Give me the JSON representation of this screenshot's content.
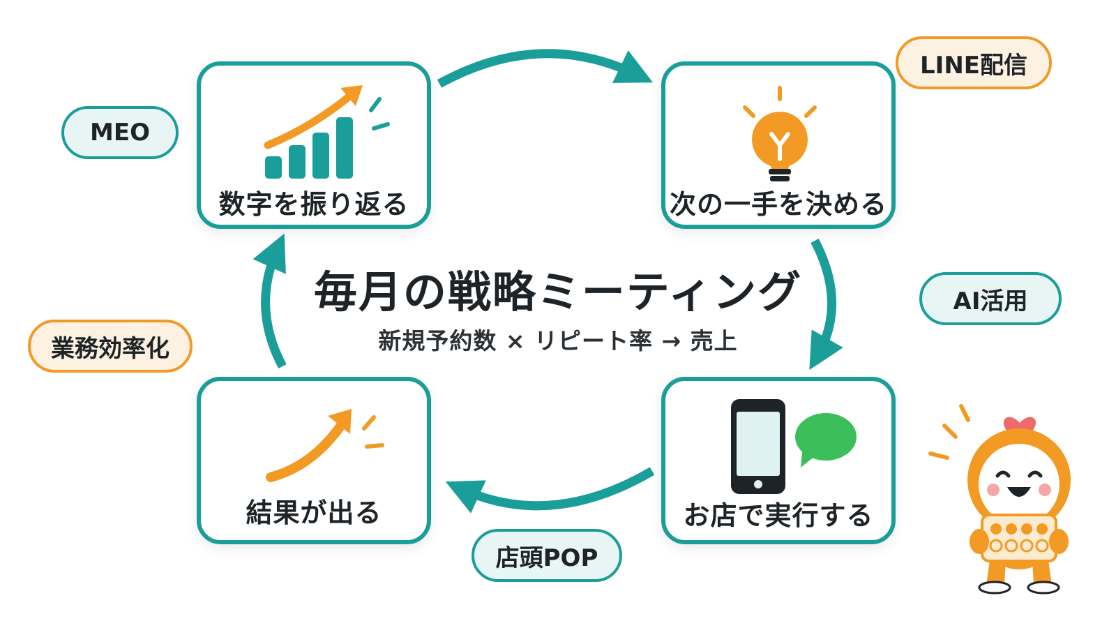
{
  "title": "毎月の戦略ミーティング",
  "formula": "新規予約数 × リピート率 → 売上",
  "steps": [
    {
      "label": "数字を振り返る",
      "icon": "bar-chart-up-icon"
    },
    {
      "label": "次の一手を決める",
      "icon": "lightbulb-icon"
    },
    {
      "label": "お店で実行する",
      "icon": "smartphone-chat-icon"
    },
    {
      "label": "結果が出る",
      "icon": "rising-arrow-icon"
    }
  ],
  "tags": {
    "meo": "MEO",
    "line": "LINE配信",
    "ai": "AI活用",
    "pop": "店頭POP",
    "efficiency": "業務効率化"
  },
  "colors": {
    "teal": "#1a9e9a",
    "orange": "#f29a24",
    "green": "#3cbf5a",
    "dark": "#1d2326"
  },
  "mascot": "orange-mascot-with-heart-icon"
}
